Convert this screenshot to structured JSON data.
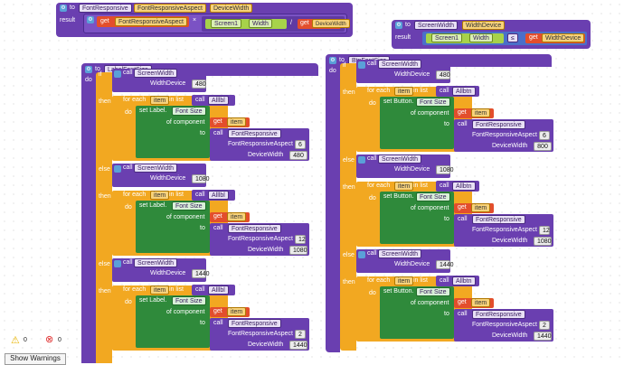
{
  "top_left": {
    "to": "to",
    "name": "FontResponsive",
    "param1": "FontResponsiveAspect",
    "param2": "DeviceWidth",
    "result": "result",
    "get1": "get",
    "get1_var": "FontResponsiveAspect",
    "times": "×",
    "screen": "Screen1",
    "width": "Width",
    "div": "/",
    "get2": "get",
    "get2_var": "DeviceWidth"
  },
  "top_right": {
    "to": "to",
    "name": "ScreenWidth",
    "param": "WidthDevice",
    "result": "result",
    "screen": "Screen1",
    "width": "Width",
    "op": "≤",
    "get": "get",
    "get_var": "WidthDevice"
  },
  "label_proc": {
    "do": "do",
    "to": "to",
    "name": "LabelFontSize",
    "branches": [
      {
        "kw": "if",
        "call": "call",
        "fn": "ScreenWidth",
        "param": "WidthDevice",
        "val": "480",
        "then": "then",
        "foreach": "for each",
        "item": "item",
        "inlist": "in list",
        "list_call": "call",
        "list": "Alllbl",
        "do": "do",
        "set": "set Label.",
        "prop": "Font Size",
        "ofcomp": "of component",
        "get": "get",
        "get_item": "item",
        "to": "to",
        "call2": "call",
        "fn2": "FontResponsive",
        "p1": "FontResponsiveAspect",
        "v1": "6",
        "p2": "DeviceWidth",
        "v2": "480"
      },
      {
        "kw": "else if",
        "call": "call",
        "fn": "ScreenWidth",
        "param": "WidthDevice",
        "val": "1080",
        "then": "then",
        "foreach": "for each",
        "item": "item",
        "inlist": "in list",
        "list_call": "call",
        "list": "Alllbl",
        "do": "do",
        "set": "set Label.",
        "prop": "Font Size",
        "ofcomp": "of component",
        "get": "get",
        "get_item": "item",
        "to": "to",
        "call2": "call",
        "fn2": "FontResponsive",
        "p1": "FontResponsiveAspect",
        "v1": "12",
        "p2": "DeviceWidth",
        "v2": "1080"
      },
      {
        "kw": "else if",
        "call": "call",
        "fn": "ScreenWidth",
        "param": "WidthDevice",
        "val": "1440",
        "then": "then",
        "foreach": "for each",
        "item": "item",
        "inlist": "in list",
        "list_call": "call",
        "list": "Alllbl",
        "do": "do",
        "set": "set Label.",
        "prop": "Font Size",
        "ofcomp": "of component",
        "get": "get",
        "get_item": "item",
        "to": "to",
        "call2": "call",
        "fn2": "FontResponsive",
        "p1": "FontResponsiveAspect",
        "v1": "2",
        "p2": "DeviceWidth",
        "v2": "1440"
      }
    ]
  },
  "btn_proc": {
    "do": "do",
    "to": "to",
    "name": "BtnFontSize",
    "branches": [
      {
        "kw": "if",
        "call": "call",
        "fn": "ScreenWidth",
        "param": "WidthDevice",
        "val": "480",
        "then": "then",
        "foreach": "for each",
        "item": "item",
        "inlist": "in list",
        "list_call": "call",
        "list": "Allbtn",
        "do": "do",
        "set": "set Button.",
        "prop": "Font Size",
        "ofcomp": "of component",
        "get": "get",
        "get_item": "item",
        "to": "to",
        "call2": "call",
        "fn2": "FontResponsive",
        "p1": "FontResponsiveAspect",
        "v1": "6",
        "p2": "DeviceWidth",
        "v2": "800"
      },
      {
        "kw": "else if",
        "call": "call",
        "fn": "ScreenWidth",
        "param": "WidthDevice",
        "val": "1080",
        "then": "then",
        "foreach": "for each",
        "item": "item",
        "inlist": "in list",
        "list_call": "call",
        "list": "Allbtn",
        "do": "do",
        "set": "set Button.",
        "prop": "Font Size",
        "ofcomp": "of component",
        "get": "get",
        "get_item": "item",
        "to": "to",
        "call2": "call",
        "fn2": "FontResponsive",
        "p1": "FontResponsiveAspect",
        "v1": "12",
        "p2": "DeviceWidth",
        "v2": "1080"
      },
      {
        "kw": "else if",
        "call": "call",
        "fn": "ScreenWidth",
        "param": "WidthDevice",
        "val": "1440",
        "then": "then",
        "foreach": "for each",
        "item": "item",
        "inlist": "in list",
        "list_call": "call",
        "list": "Allbtn",
        "do": "do",
        "set": "set Button.",
        "prop": "Font Size",
        "ofcomp": "of component",
        "get": "get",
        "get_item": "item",
        "to": "to",
        "call2": "call",
        "fn2": "FontResponsive",
        "p1": "FontResponsiveAspect",
        "v1": "2",
        "p2": "DeviceWidth",
        "v2": "1440"
      }
    ]
  },
  "warnings": {
    "warn_count": "0",
    "error_count": "0",
    "show_label": "Show Warnings",
    "warn_icon": "warning-triangle-icon",
    "error_icon": "error-circle-icon"
  },
  "colors": {
    "procedure": "#6a3fb0",
    "control": "#f2a821",
    "setter": "#2f8a3b",
    "variable_get": "#e34e2c",
    "screen_component": "#a7d24a"
  }
}
